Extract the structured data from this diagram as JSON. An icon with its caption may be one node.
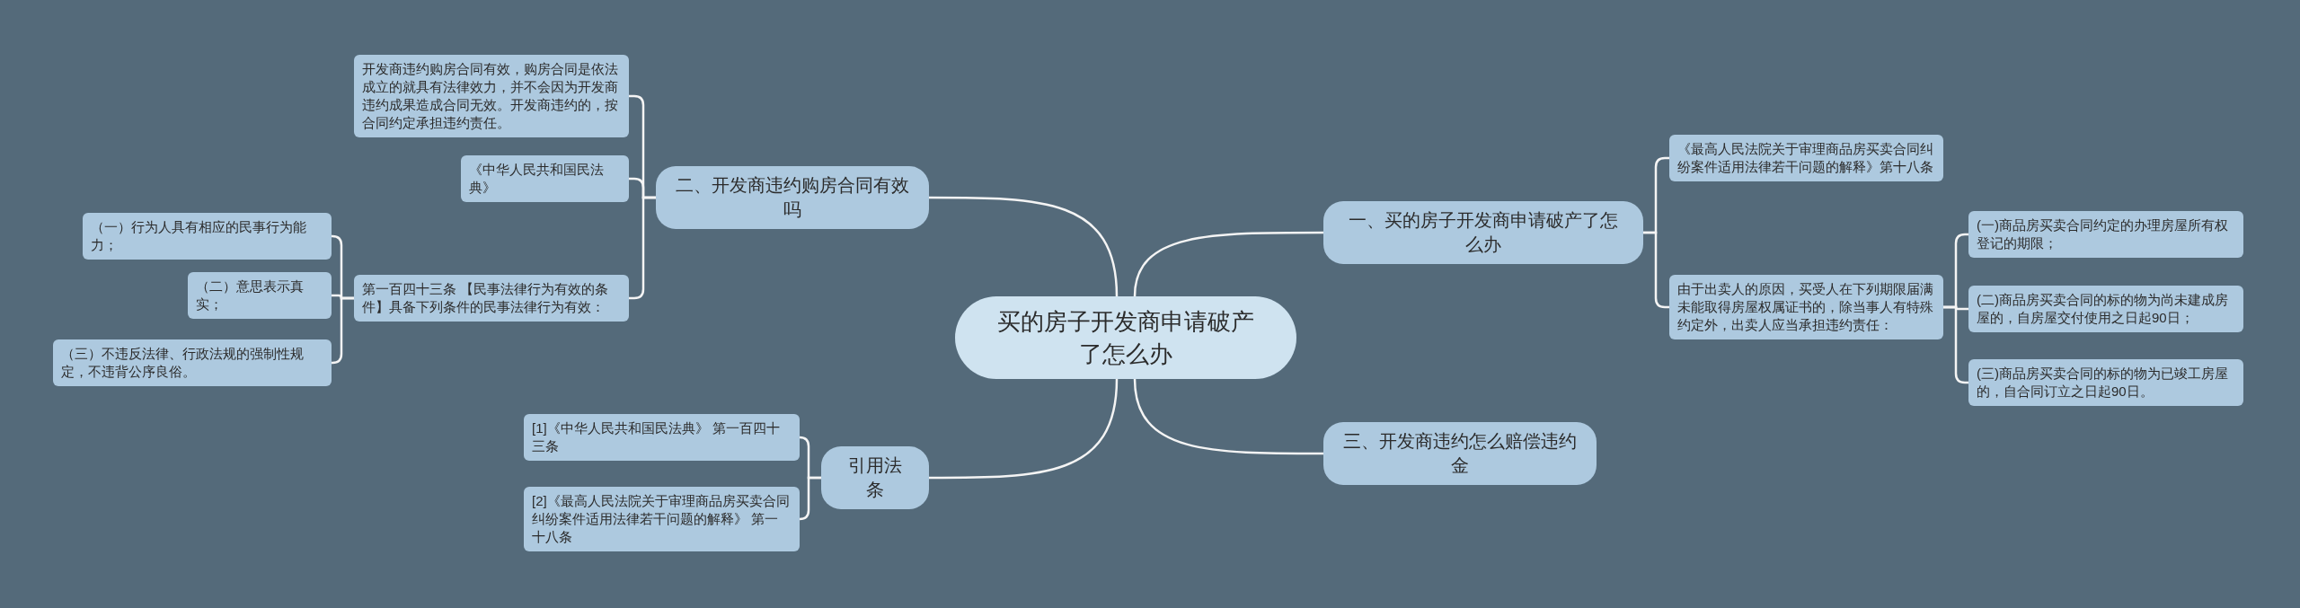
{
  "diagram": {
    "nodes": [
      {
        "text": [
          "买的房子开发商申请破产了怎么办"
        ]
      },
      {
        "text": [
          "一、买的房子开发商申请破产了怎么办"
        ]
      },
      {
        "text": [
          "《最高人民法院关于审理商品房买卖合同纠纷案件适用法律若干问题的解释》第十八条"
        ]
      },
      {
        "text": [
          "由于出卖人的原因，买受人在下列期限届满未能取得房屋权属证书的，除当事人有特殊约定外，出卖人应当承担违约责任："
        ]
      },
      {
        "text": [
          "(一)商品房买卖合同约定的办理房屋所有权登记的期限；"
        ]
      },
      {
        "text": [
          "(二)商品房买卖合同的标的物为尚未建成房屋的，自房屋交付使用之日起90日；"
        ]
      },
      {
        "text": [
          "(三)商品房买卖合同的标的物为已竣工房屋的，自合同订立之日起90日。"
        ]
      },
      {
        "text": [
          "二、开发商违约购房合同有效吗"
        ]
      },
      {
        "text": [
          "开发商违约购房合同有效，购房合同是依法成立的就具有法律效力，并不会因为开发商违约成果造成合同无效。开发商违约的，按合同约定承担违约责任。"
        ]
      },
      {
        "text": [
          "《中华人民共和国民法典》"
        ]
      },
      {
        "text": [
          "第一百四十三条 【民事法律行为有效的条件】具备下列条件的民事法律行为有效："
        ]
      },
      {
        "text": [
          "（一）行为人具有相应的民事行为能力；"
        ]
      },
      {
        "text": [
          "（二）意思表示真实；"
        ]
      },
      {
        "text": [
          "（三）不违反法律、行政法规的强制性规定，不违背公序良俗。"
        ]
      },
      {
        "text": [
          "三、开发商违约怎么赔偿违约金"
        ]
      },
      {
        "text": [
          "引用法条"
        ]
      },
      {
        "text": [
          "[1]《中华人民共和国民法典》 第一百四十三条"
        ]
      },
      {
        "text": [
          "[2]《最高人民法院关于审理商品房买卖合同纠纷案件适用法律若干问题的解释》 第一十八条"
        ]
      }
    ],
    "edges": [
      {
        "from": 0,
        "to": 1,
        "arrow": "none"
      },
      {
        "from": 1,
        "to": 2,
        "arrow": "none"
      },
      {
        "from": 1,
        "to": 3,
        "arrow": "none"
      },
      {
        "from": 3,
        "to": 4,
        "arrow": "none"
      },
      {
        "from": 3,
        "to": 5,
        "arrow": "none"
      },
      {
        "from": 3,
        "to": 6,
        "arrow": "none"
      },
      {
        "from": 0,
        "to": 7,
        "arrow": "none"
      },
      {
        "from": 7,
        "to": 8,
        "arrow": "none"
      },
      {
        "from": 7,
        "to": 9,
        "arrow": "none"
      },
      {
        "from": 7,
        "to": 10,
        "arrow": "none"
      },
      {
        "from": 10,
        "to": 11,
        "arrow": "none"
      },
      {
        "from": 10,
        "to": 12,
        "arrow": "none"
      },
      {
        "from": 10,
        "to": 13,
        "arrow": "none"
      },
      {
        "from": 0,
        "to": 14,
        "arrow": "none"
      },
      {
        "from": 0,
        "to": 15,
        "arrow": "none"
      },
      {
        "from": 15,
        "to": 16,
        "arrow": "none"
      },
      {
        "from": 15,
        "to": 17,
        "arrow": "none"
      }
    ]
  }
}
